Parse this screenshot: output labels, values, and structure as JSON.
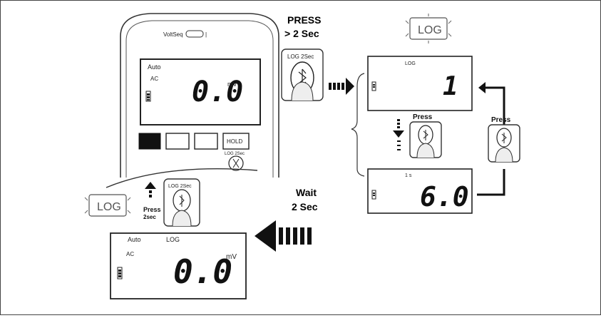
{
  "diagram": {
    "main_meter": {
      "range_label": "VoltSeq",
      "mode_label": "Auto",
      "ac_symbol": "AC",
      "reading": "0.0",
      "unit": "mV",
      "buttons": [
        "",
        "",
        "",
        "HOLD"
      ],
      "log_label": "LOG 2Sec"
    },
    "step_press": {
      "line1": "PRESS",
      "line2": "> 2 Sec",
      "button_label": "LOG 2Sec"
    },
    "log_indicator": "LOG",
    "display_log_number": {
      "tag": "LOG",
      "value": "1"
    },
    "display_log_time": {
      "tag": "1 s",
      "value": "6.0"
    },
    "press_side": "Press",
    "press_mid": "Press",
    "step_wait": {
      "line1": "Wait",
      "line2": "2 Sec"
    },
    "bottom": {
      "log_indicator": "LOG",
      "press_label_1": "Press",
      "press_label_2": "2sec",
      "button_label": "LOG 2Sec"
    },
    "final_display": {
      "mode_label": "Auto",
      "log_tag": "LOG",
      "ac_symbol": "AC",
      "reading": "0.0",
      "unit": "mV"
    }
  }
}
